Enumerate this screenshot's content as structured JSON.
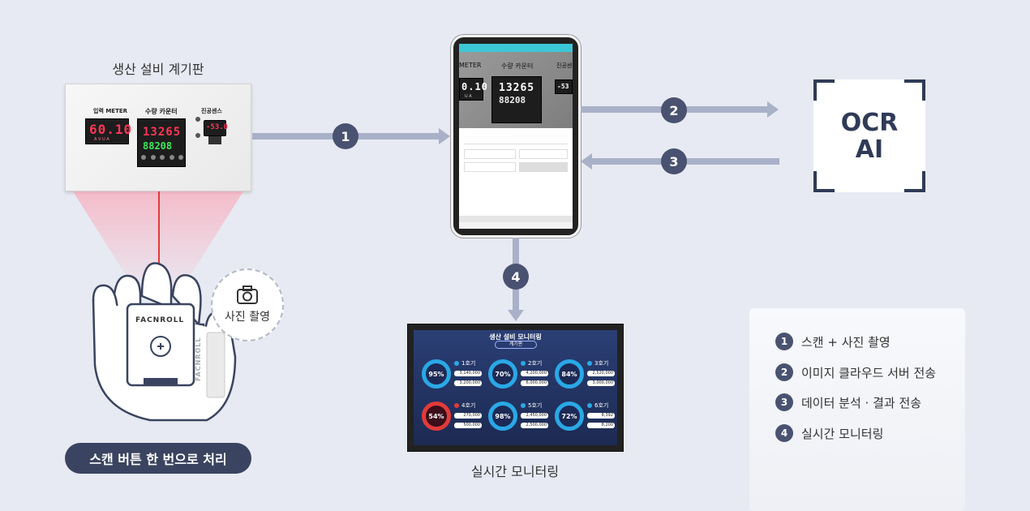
{
  "labels": {
    "panel_title": "생산 설비 계기판",
    "monitor_title": "실시간 모니터링",
    "scan_pill": "스캔 버튼 한 번으로 처리",
    "photo_badge": "사진 촬영"
  },
  "panel": {
    "meter_label": "입력 METER",
    "counter_label": "수량 카운터",
    "sensor_label": "진공센스",
    "meter_value": "60.10",
    "meter_units": "A V U A",
    "counter_top": "13265",
    "counter_bottom": "88208",
    "sensor_value": "-53.0"
  },
  "device": {
    "brand": "FACNROLL",
    "side_brand": "FACNROLL"
  },
  "tablet": {
    "meter_label": "METER",
    "counter_label": "수량 카운터",
    "sensor_label": "진공센",
    "meter_value": "0.10",
    "meter_units": "U A",
    "counter_top": "13265",
    "counter_bottom": "88208",
    "sensor_value": "-53"
  },
  "steps": [
    {
      "num": "1",
      "label": "스캔 + 사진 촬영"
    },
    {
      "num": "2",
      "label": "이미지 클라우드 서버 전송"
    },
    {
      "num": "3",
      "label": "데이터 분석 · 결과 전송"
    },
    {
      "num": "4",
      "label": "실시간 모니터링"
    }
  ],
  "ocr": {
    "line1": "OCR",
    "line2": "AI"
  },
  "monitor": {
    "title": "생산 설비 모니터링",
    "subtitle": "계기판",
    "cells": [
      {
        "pct": "95%",
        "name": "1호기",
        "v1": "3,140,000",
        "v2": "3,200,000",
        "alert": false
      },
      {
        "pct": "70%",
        "name": "2호기",
        "v1": "4,200,000",
        "v2": "6,000,000",
        "alert": false
      },
      {
        "pct": "84%",
        "name": "3호기",
        "v1": "2,520,000",
        "v2": "3,000,000",
        "alert": false
      },
      {
        "pct": "54%",
        "name": "4호기",
        "v1": "270,000",
        "v2": "500,000",
        "alert": true
      },
      {
        "pct": "98%",
        "name": "5호기",
        "v1": "2,450,000",
        "v2": "2,500,000",
        "alert": false
      },
      {
        "pct": "72%",
        "name": "6호기",
        "v1": "8,392",
        "v2": "8,200",
        "alert": false
      }
    ]
  },
  "colors": {
    "accent": "#4a5271",
    "arrow": "#a9b1c8",
    "pill": "#3a4460",
    "ocr_frame": "#2f3b57"
  }
}
